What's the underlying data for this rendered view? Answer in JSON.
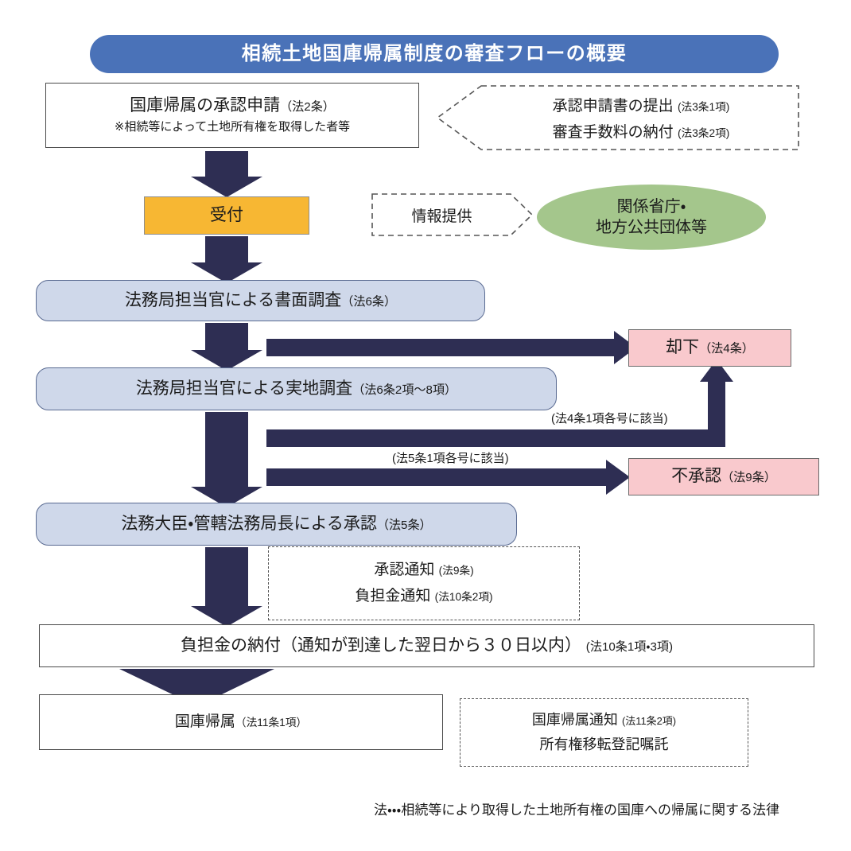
{
  "title": {
    "text": "相続土地国庫帰属制度の審査フローの概要"
  },
  "colors": {
    "title_banner": "#4a72b8",
    "arrow": "#2e2e53",
    "process_box": "#cfd8ea",
    "reception_box": "#f7b733",
    "result_box": "#f9c9cd",
    "agency_ellipse": "#a4c68c",
    "plain_box": "#ffffff"
  },
  "nodes": {
    "application": {
      "line1": "国庫帰属の承認申請",
      "ref1": "（法2条）",
      "line2": "※相続等によって土地所有権を取得した者等"
    },
    "submission_callout": {
      "row1": "承認申請書の提出",
      "row1_ref": "(法3条1項)",
      "row2": "審査手数料の納付",
      "row2_ref": "(法3条2項)"
    },
    "reception": {
      "label": "受付"
    },
    "info_callout": {
      "label": "情報提供"
    },
    "agencies": {
      "line1": "関係省庁・",
      "line2": "地方公共団体等"
    },
    "document_survey": {
      "label": "法務局担当官による書面調査",
      "ref": "（法6条）"
    },
    "field_survey": {
      "label": "法務局担当官による実地調査",
      "ref": "（法6条2項〜8項）"
    },
    "dismissal": {
      "label": "却下",
      "ref": "（法4条）"
    },
    "rejection": {
      "label": "不承認",
      "ref": "（法9条）"
    },
    "approval": {
      "label": "法務大臣・管轄法務局長による承認",
      "ref": "（法5条）"
    },
    "notice_callout": {
      "row1": "承認通知",
      "row1_ref": "(法9条)",
      "row2": "負担金通知",
      "row2_ref": "(法10条2項)"
    },
    "payment": {
      "label": "負担金の納付（通知が到達した翌日から３０日以内）",
      "ref": "(法10条1項・3項)"
    },
    "kokko": {
      "label": "国庫帰属",
      "ref": "（法11条1項）"
    },
    "transfer_callout": {
      "row1": "国庫帰属通知",
      "row1_ref": "(法11条2項)",
      "row2": "所有権移転登記嘱託"
    }
  },
  "edge_labels": {
    "article4": "(法4条1項各号に該当)",
    "article5": "(法5条1項各号に該当)"
  },
  "footnote": {
    "text": "法・・・相続等により取得した土地所有権の国庫への帰属に関する法律"
  }
}
